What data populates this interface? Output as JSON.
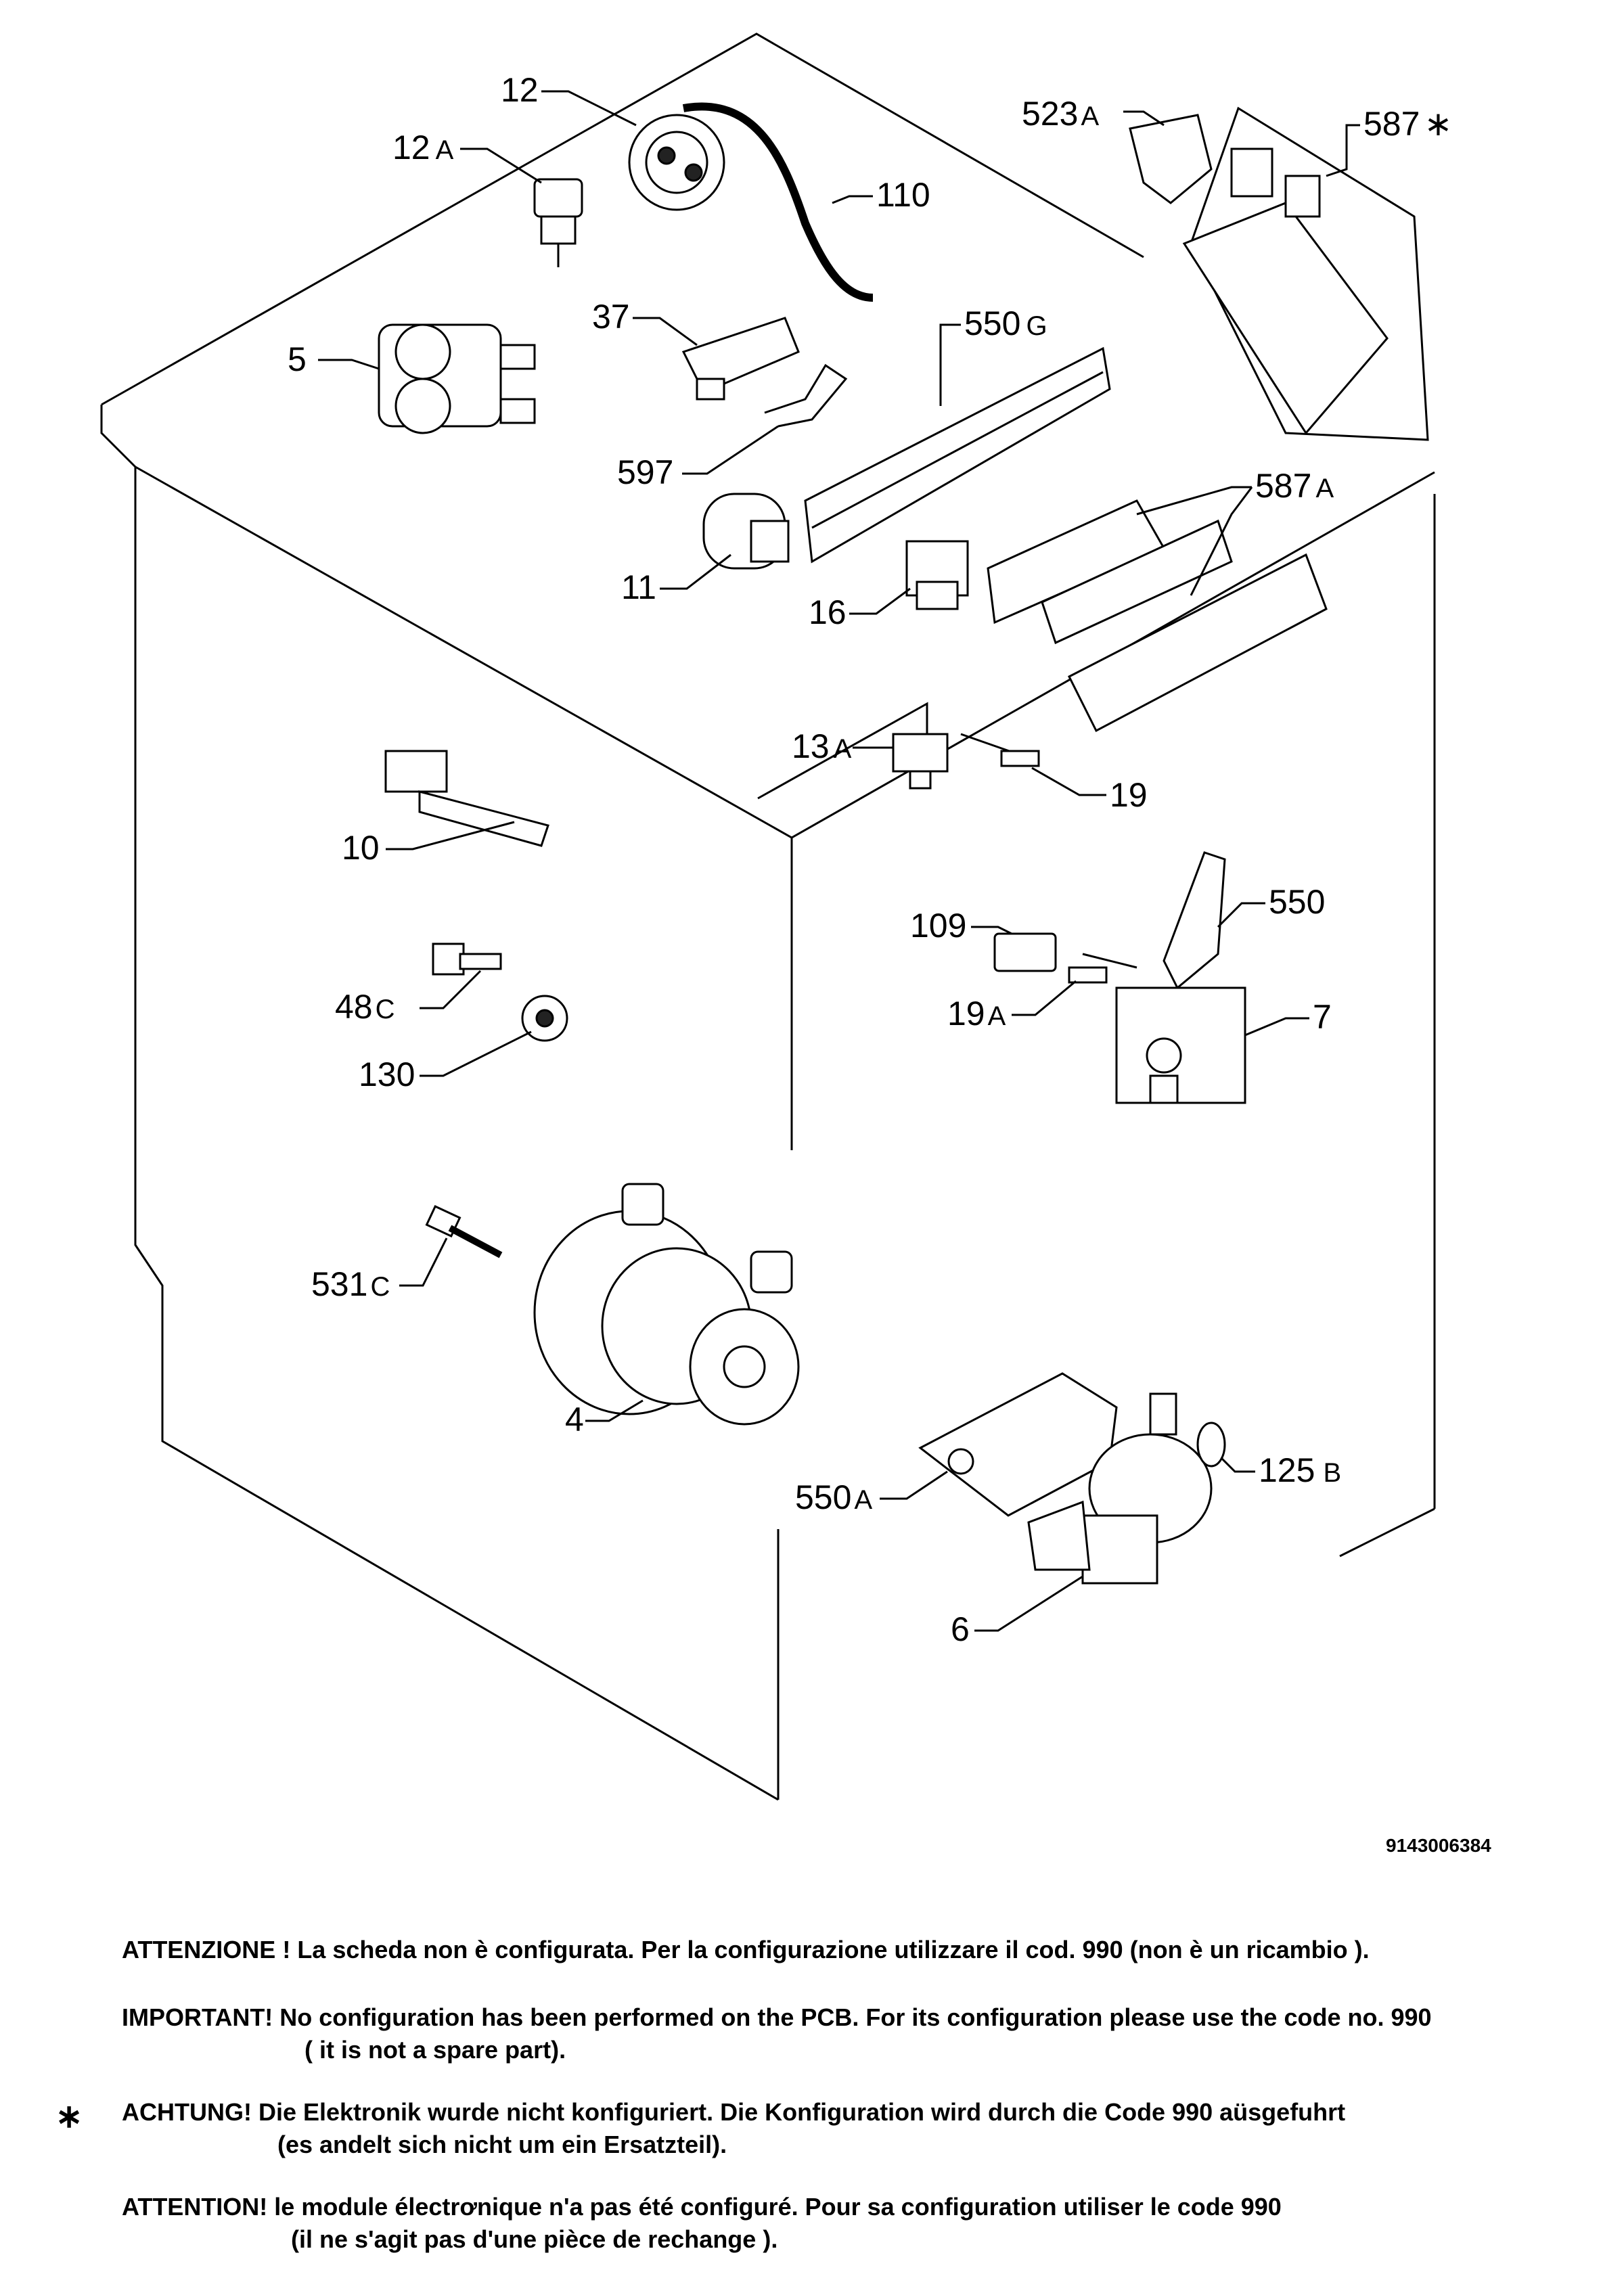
{
  "diagram": {
    "drawing_code": "9143006384",
    "labels": {
      "p12": "12",
      "p12a": "12",
      "p110": "110",
      "p523a": "523",
      "p587s": "587",
      "p5": "5",
      "p37": "37",
      "p550g": "550",
      "p597": "597",
      "p587a": "587",
      "p11": "11",
      "p16": "16",
      "p13a": "13",
      "p19": "19",
      "p10": "10",
      "p109": "109",
      "p550": "550",
      "p19a": "19",
      "p7": "7",
      "p48c": "48",
      "p130": "130",
      "p531c": "531",
      "p4": "4",
      "p125b": "125",
      "p550a": "550",
      "p6": "6"
    },
    "suffixes": {
      "A": "A",
      "B": "B",
      "C": "C",
      "G": "G",
      "star": "∗"
    }
  },
  "notes": {
    "it": "ATTENZIONE ! La scheda non è  configurata. Per la configurazione utilizzare il cod. 990 (non è un ricambio ).",
    "en1": "IMPORTANT! No configuration has been performed on the PCB. For its configuration please use the code no. 990",
    "en2": "( it is not a spare part).",
    "star": "∗",
    "de1": "ACHTUNG! Die Elektronik wurde nicht konfiguriert. Die Konfiguration wird durch die Code 990 aüsgefuhrt",
    "de2": "(es andelt sich nicht um ein Ersatzteil).",
    "fr1": "ATTENTION! le module électrơnique n'a pas été configuré. Pour  sa configuration utiliser le code 990",
    "fr2": "(il ne s'agit pas d'une pièce de rechange )."
  }
}
